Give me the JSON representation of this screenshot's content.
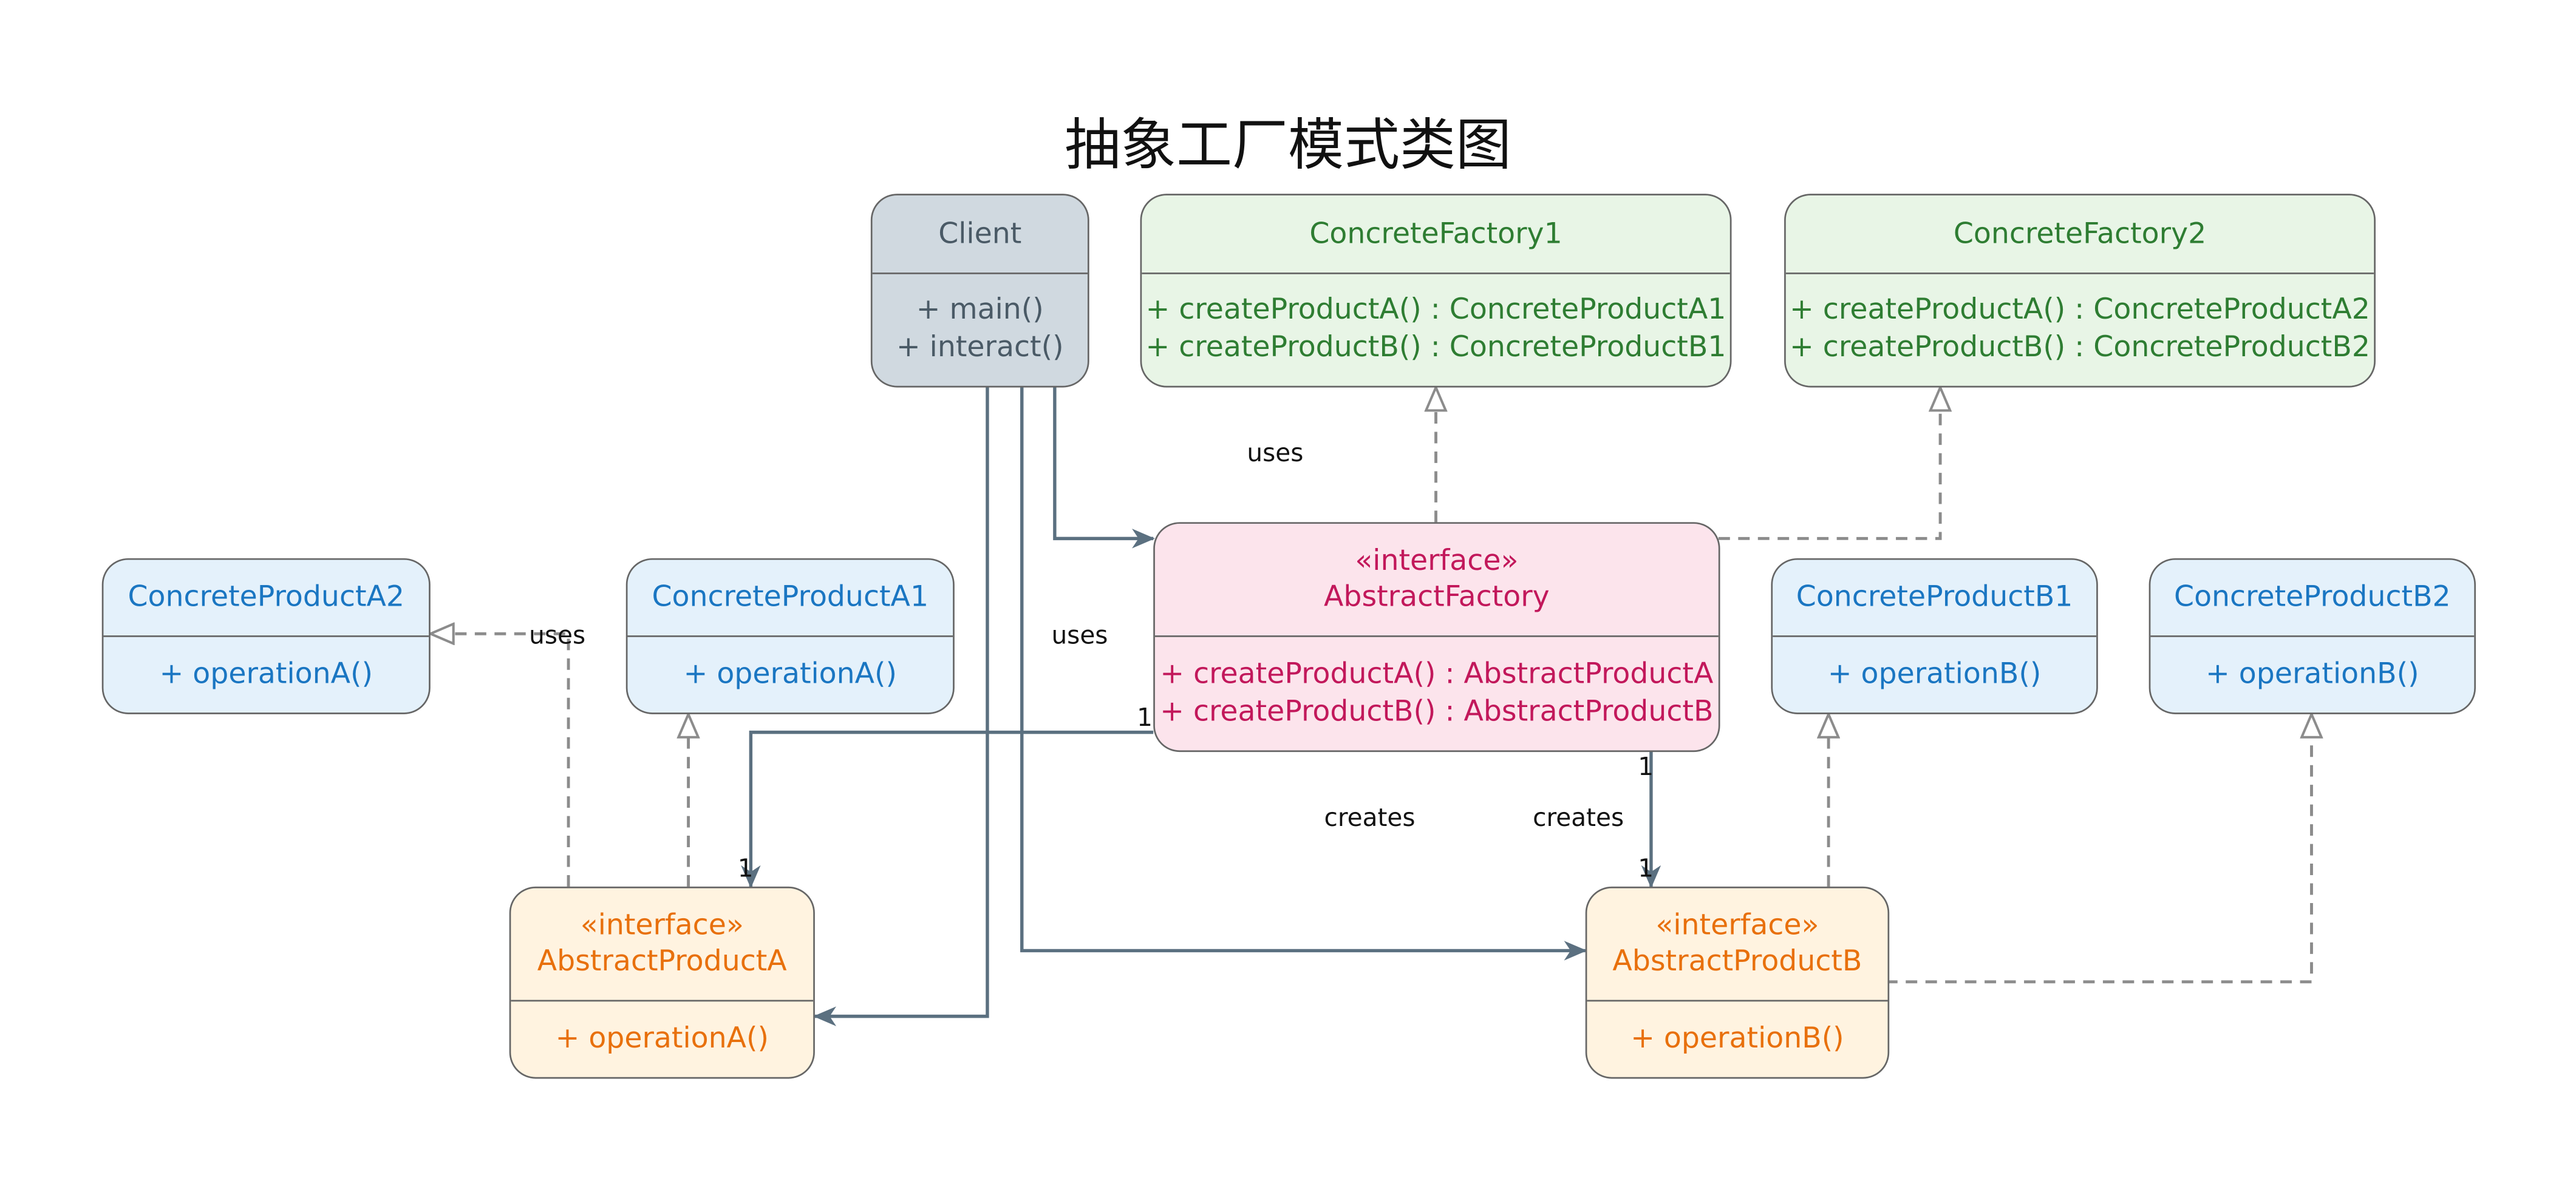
{
  "title": "抽象工厂模式类图",
  "classes": {
    "client": {
      "name": "Client",
      "methods": [
        "+ main()",
        "+ interact()"
      ]
    },
    "concrete_factory_1": {
      "name": "ConcreteFactory1",
      "methods": [
        "+ createProductA() : ConcreteProductA1",
        "+ createProductB() : ConcreteProductB1"
      ]
    },
    "concrete_factory_2": {
      "name": "ConcreteFactory2",
      "methods": [
        "+ createProductA() : ConcreteProductA2",
        "+ createProductB() : ConcreteProductB2"
      ]
    },
    "abstract_factory": {
      "stereotype": "«interface»",
      "name": "AbstractFactory",
      "methods": [
        "+ createProductA() : AbstractProductA",
        "+ createProductB() : AbstractProductB"
      ]
    },
    "concrete_product_a2": {
      "name": "ConcreteProductA2",
      "methods": [
        "+ operationA()"
      ]
    },
    "concrete_product_a1": {
      "name": "ConcreteProductA1",
      "methods": [
        "+ operationA()"
      ]
    },
    "concrete_product_b1": {
      "name": "ConcreteProductB1",
      "methods": [
        "+ operationB()"
      ]
    },
    "concrete_product_b2": {
      "name": "ConcreteProductB2",
      "methods": [
        "+ operationB()"
      ]
    },
    "abstract_product_a": {
      "stereotype": "«interface»",
      "name": "AbstractProductA",
      "methods": [
        "+ operationA()"
      ]
    },
    "abstract_product_b": {
      "stereotype": "«interface»",
      "name": "AbstractProductB",
      "methods": [
        "+ operationB()"
      ]
    }
  },
  "edge_labels": {
    "uses_factory": "uses",
    "uses_client": "uses",
    "uses_a2": "uses",
    "creates_a": "creates",
    "creates_b": "creates"
  },
  "multiplicities": {
    "factory_to_a": "1",
    "factory_to_b": "1",
    "a_end": "1",
    "b_end": "1"
  },
  "colors": {
    "association": "#5b7080",
    "realization": "#8c8c8c",
    "client_fill": "#d0d9e0",
    "factory_fill": "#e8f5e6",
    "product_fill": "#e4f1fb",
    "interface_fill": "#fce4ec",
    "abstract_product_fill": "#fff3e0"
  }
}
